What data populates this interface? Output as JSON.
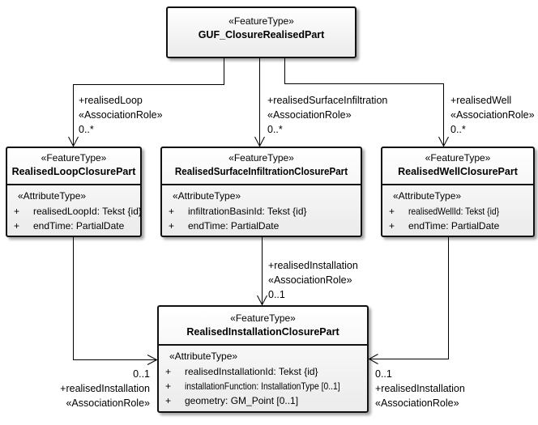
{
  "diagram": {
    "background": "#ffffff",
    "line_color": "#000000",
    "box_border_color": "#111111",
    "box_fill_top": "#ffffff",
    "box_fill_bottom": "#ebebeb"
  },
  "classes": {
    "guf": {
      "stereotype": "«FeatureType»",
      "name": "GUF_ClosureRealisedPart"
    },
    "loop": {
      "stereotype": "«FeatureType»",
      "name": "RealisedLoopClosurePart",
      "attr_stereotype": "«AttributeType»",
      "attributes": [
        {
          "visibility": "+",
          "text": "realisedLoopId: Tekst {id}"
        },
        {
          "visibility": "+",
          "text": "endTime: PartialDate"
        }
      ]
    },
    "surface": {
      "stereotype": "«FeatureType»",
      "name": "RealisedSurfaceInfiltrationClosurePart",
      "attr_stereotype": "«AttributeType»",
      "attributes": [
        {
          "visibility": "+",
          "text": "infiltrationBasinId: Tekst {id}"
        },
        {
          "visibility": "+",
          "text": "endTime: PartialDate"
        }
      ]
    },
    "well": {
      "stereotype": "«FeatureType»",
      "name": "RealisedWellClosurePart",
      "attr_stereotype": "«AttributeType»",
      "attributes": [
        {
          "visibility": "+",
          "text": "realisedWellId: Tekst {id}"
        },
        {
          "visibility": "+",
          "text": "endTime: PartialDate"
        }
      ]
    },
    "installation": {
      "stereotype": "«FeatureType»",
      "name": "RealisedInstallationClosurePart",
      "attr_stereotype": "«AttributeType»",
      "attributes": [
        {
          "visibility": "+",
          "text": "realisedInstallationId: Tekst {id}"
        },
        {
          "visibility": "+",
          "text": "installationFunction: InstallationType [0..1]"
        },
        {
          "visibility": "+",
          "text": "geometry: GM_Point [0..1]"
        }
      ]
    }
  },
  "edges": {
    "realised_loop": {
      "role": "+realisedLoop",
      "stereotype": "«AssociationRole»",
      "multiplicity": "0..*"
    },
    "realised_surface_infiltration": {
      "role": "+realisedSurfaceInfiltration",
      "stereotype": "«AssociationRole»",
      "multiplicity": "0..*"
    },
    "realised_well": {
      "role": "+realisedWell",
      "stereotype": "«AssociationRole»",
      "multiplicity": "0..*"
    },
    "realised_installation_mid": {
      "role": "+realisedInstallation",
      "stereotype": "«AssociationRole»",
      "multiplicity": "0..1"
    },
    "realised_installation_left": {
      "multiplicity": "0..1",
      "role": "+realisedInstallation",
      "stereotype": "«AssociationRole»"
    },
    "realised_installation_right": {
      "multiplicity": "0..1",
      "role": "+realisedInstallation",
      "stereotype": "«AssociationRole»"
    }
  }
}
